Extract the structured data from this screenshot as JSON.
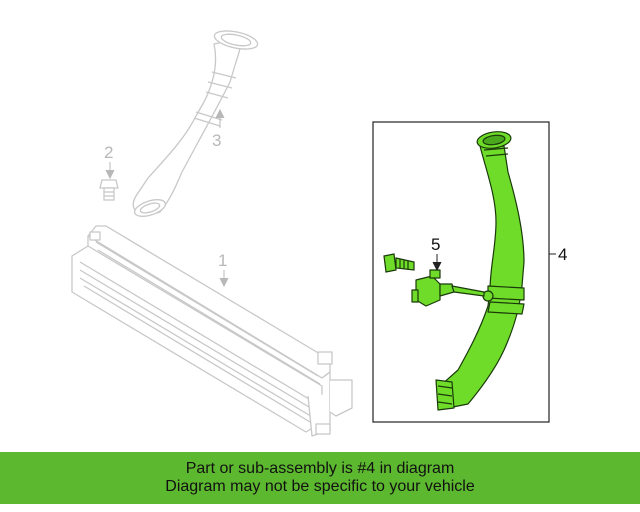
{
  "diagram": {
    "callouts": {
      "intercooler": "1",
      "bolt": "2",
      "intake_pipe": "3",
      "highlighted_pipe": "4",
      "sensor": "5"
    },
    "colors": {
      "faded_part": "#c8c8c8",
      "highlight_part": "#6fdc2a",
      "highlight_outline": "#1a3a0a",
      "box_border": "#222222"
    }
  },
  "banner": {
    "line1": "Part or sub-assembly is #4 in diagram",
    "line2": "Diagram may not be specific to your vehicle",
    "background": "#5cb82f"
  }
}
